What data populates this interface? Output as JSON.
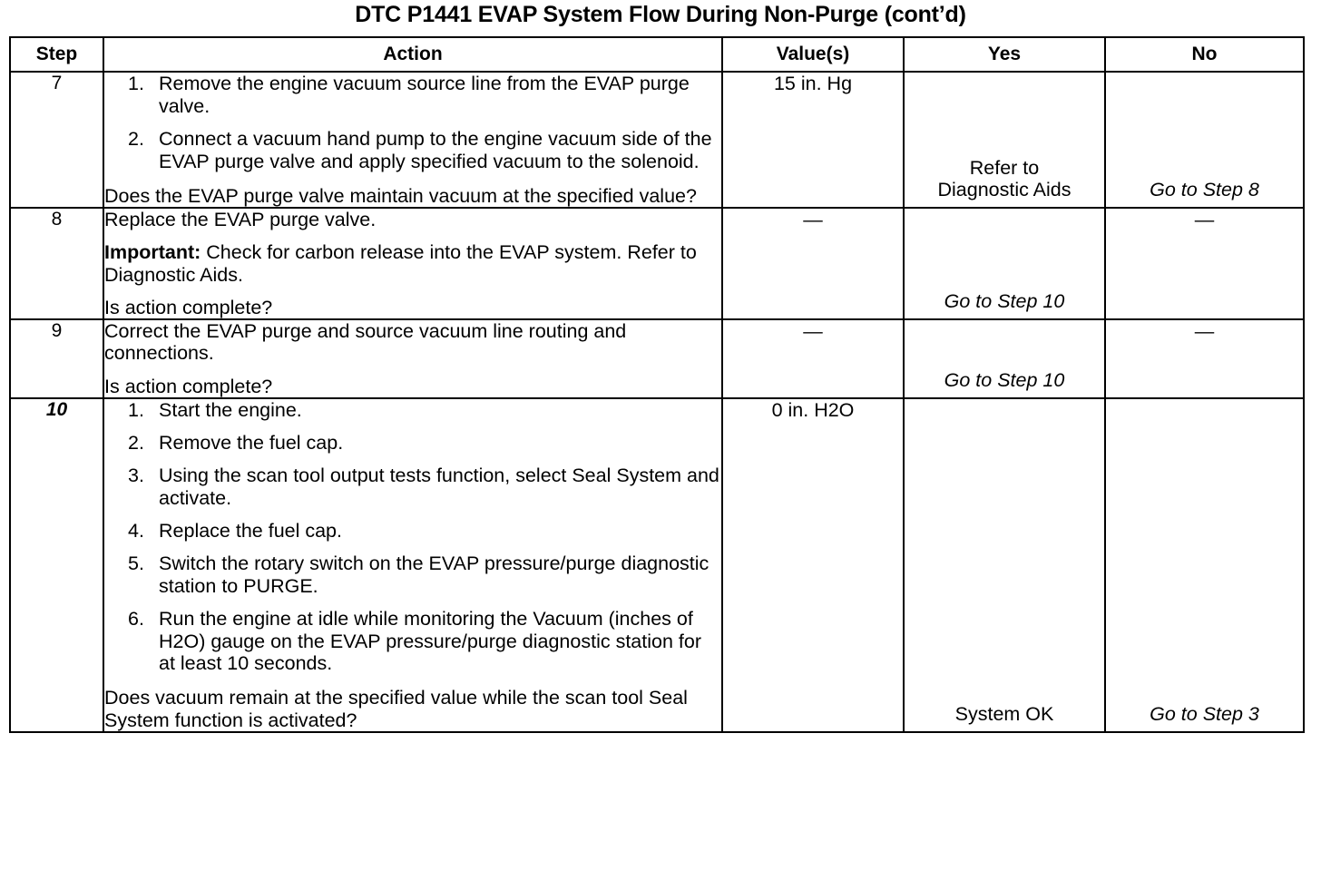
{
  "title": "DTC P1441 EVAP System Flow During Non-Purge  (cont’d)",
  "table": {
    "headers": {
      "step": "Step",
      "action": "Action",
      "value": "Value(s)",
      "yes": "Yes",
      "no": "No"
    },
    "rows": [
      {
        "step": "7",
        "step_italic": false,
        "action": {
          "list": [
            {
              "num": "1.",
              "text": "Remove the engine vacuum source line from the EVAP purge valve."
            },
            {
              "num": "2.",
              "text": "Connect a vacuum hand pump to the engine vacuum side of the EVAP purge valve and apply specified vacuum to the solenoid."
            }
          ],
          "question": "Does the EVAP purge valve maintain vacuum at the specified value?"
        },
        "value": "15 in. Hg",
        "yes": "Refer to\nDiagnostic Aids",
        "yes_line1": "Refer to",
        "yes_line2": "Diagnostic Aids",
        "yes_italic": false,
        "no": "Go to Step 8",
        "no_italic": true
      },
      {
        "step": "8",
        "step_italic": false,
        "action": {
          "lead": "Replace the EVAP purge valve.",
          "important_label": "Important:",
          "important_text": " Check for carbon release into the EVAP system. Refer to Diagnostic Aids.",
          "question": "Is action complete?"
        },
        "value": "—",
        "yes": "Go to Step 10",
        "yes_italic": true,
        "no": "—",
        "no_italic": false
      },
      {
        "step": "9",
        "step_italic": false,
        "action": {
          "lead": "Correct the EVAP purge and source vacuum line routing and connections.",
          "question": "Is action complete?"
        },
        "value": "—",
        "yes": "Go to Step 10",
        "yes_italic": true,
        "no": "—",
        "no_italic": false
      },
      {
        "step": "10",
        "step_italic": true,
        "action": {
          "list": [
            {
              "num": "1.",
              "text": "Start the engine."
            },
            {
              "num": "2.",
              "text": "Remove the fuel cap."
            },
            {
              "num": "3.",
              "text": "Using the scan tool output tests function, select Seal System and activate."
            },
            {
              "num": "4.",
              "text": "Replace the fuel cap."
            },
            {
              "num": "5.",
              "text": "Switch the rotary switch on the EVAP pressure/purge diagnostic station to PURGE."
            },
            {
              "num": "6.",
              "text": "Run the engine at idle while monitoring the Vacuum (inches of H2O) gauge on the EVAP pressure/purge diagnostic station for at least 10 seconds."
            }
          ],
          "question": "Does vacuum remain at the specified value while the scan tool Seal System function is activated?"
        },
        "value": "0 in. H2O",
        "yes": "System OK",
        "yes_italic": false,
        "no": "Go to Step 3",
        "no_italic": true
      }
    ]
  }
}
